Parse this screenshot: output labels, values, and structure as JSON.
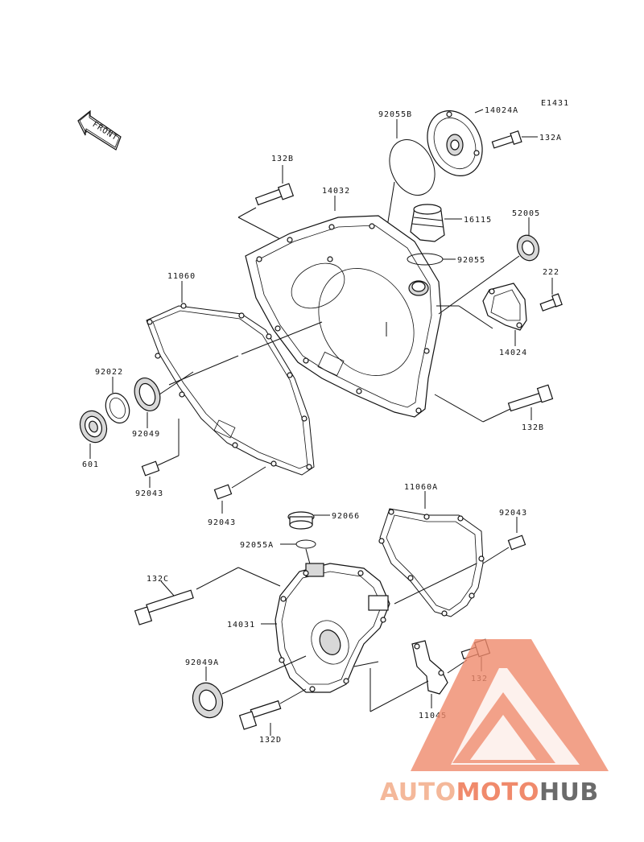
{
  "diagram_code": "E1431",
  "front_label": "FRONT",
  "parts": {
    "p14024A": "14024A",
    "p132A": "132A",
    "p92055B": "92055B",
    "p132B_top": "132B",
    "p14032": "14032",
    "p16115": "16115",
    "p52005": "52005",
    "p92055": "92055",
    "p222": "222",
    "p11060": "11060",
    "p14024": "14024",
    "p92022": "92022",
    "p132B_right": "132B",
    "p92049": "92049",
    "p601": "601",
    "p92043_a": "92043",
    "p92043_b": "92043",
    "p11060A": "11060A",
    "p92066": "92066",
    "p92043_c": "92043",
    "p92055A": "92055A",
    "p132C": "132C",
    "p14031": "14031",
    "p92049A": "92049A",
    "p132": "132",
    "p11045": "11045",
    "p132D": "132D"
  },
  "watermark": {
    "auto": "AUTO",
    "moto": "MOTO",
    "hub": "HUB",
    "color_light": "#f4b89a",
    "color_mid": "#f08a6c",
    "color_dark": "#6b6b6b"
  }
}
